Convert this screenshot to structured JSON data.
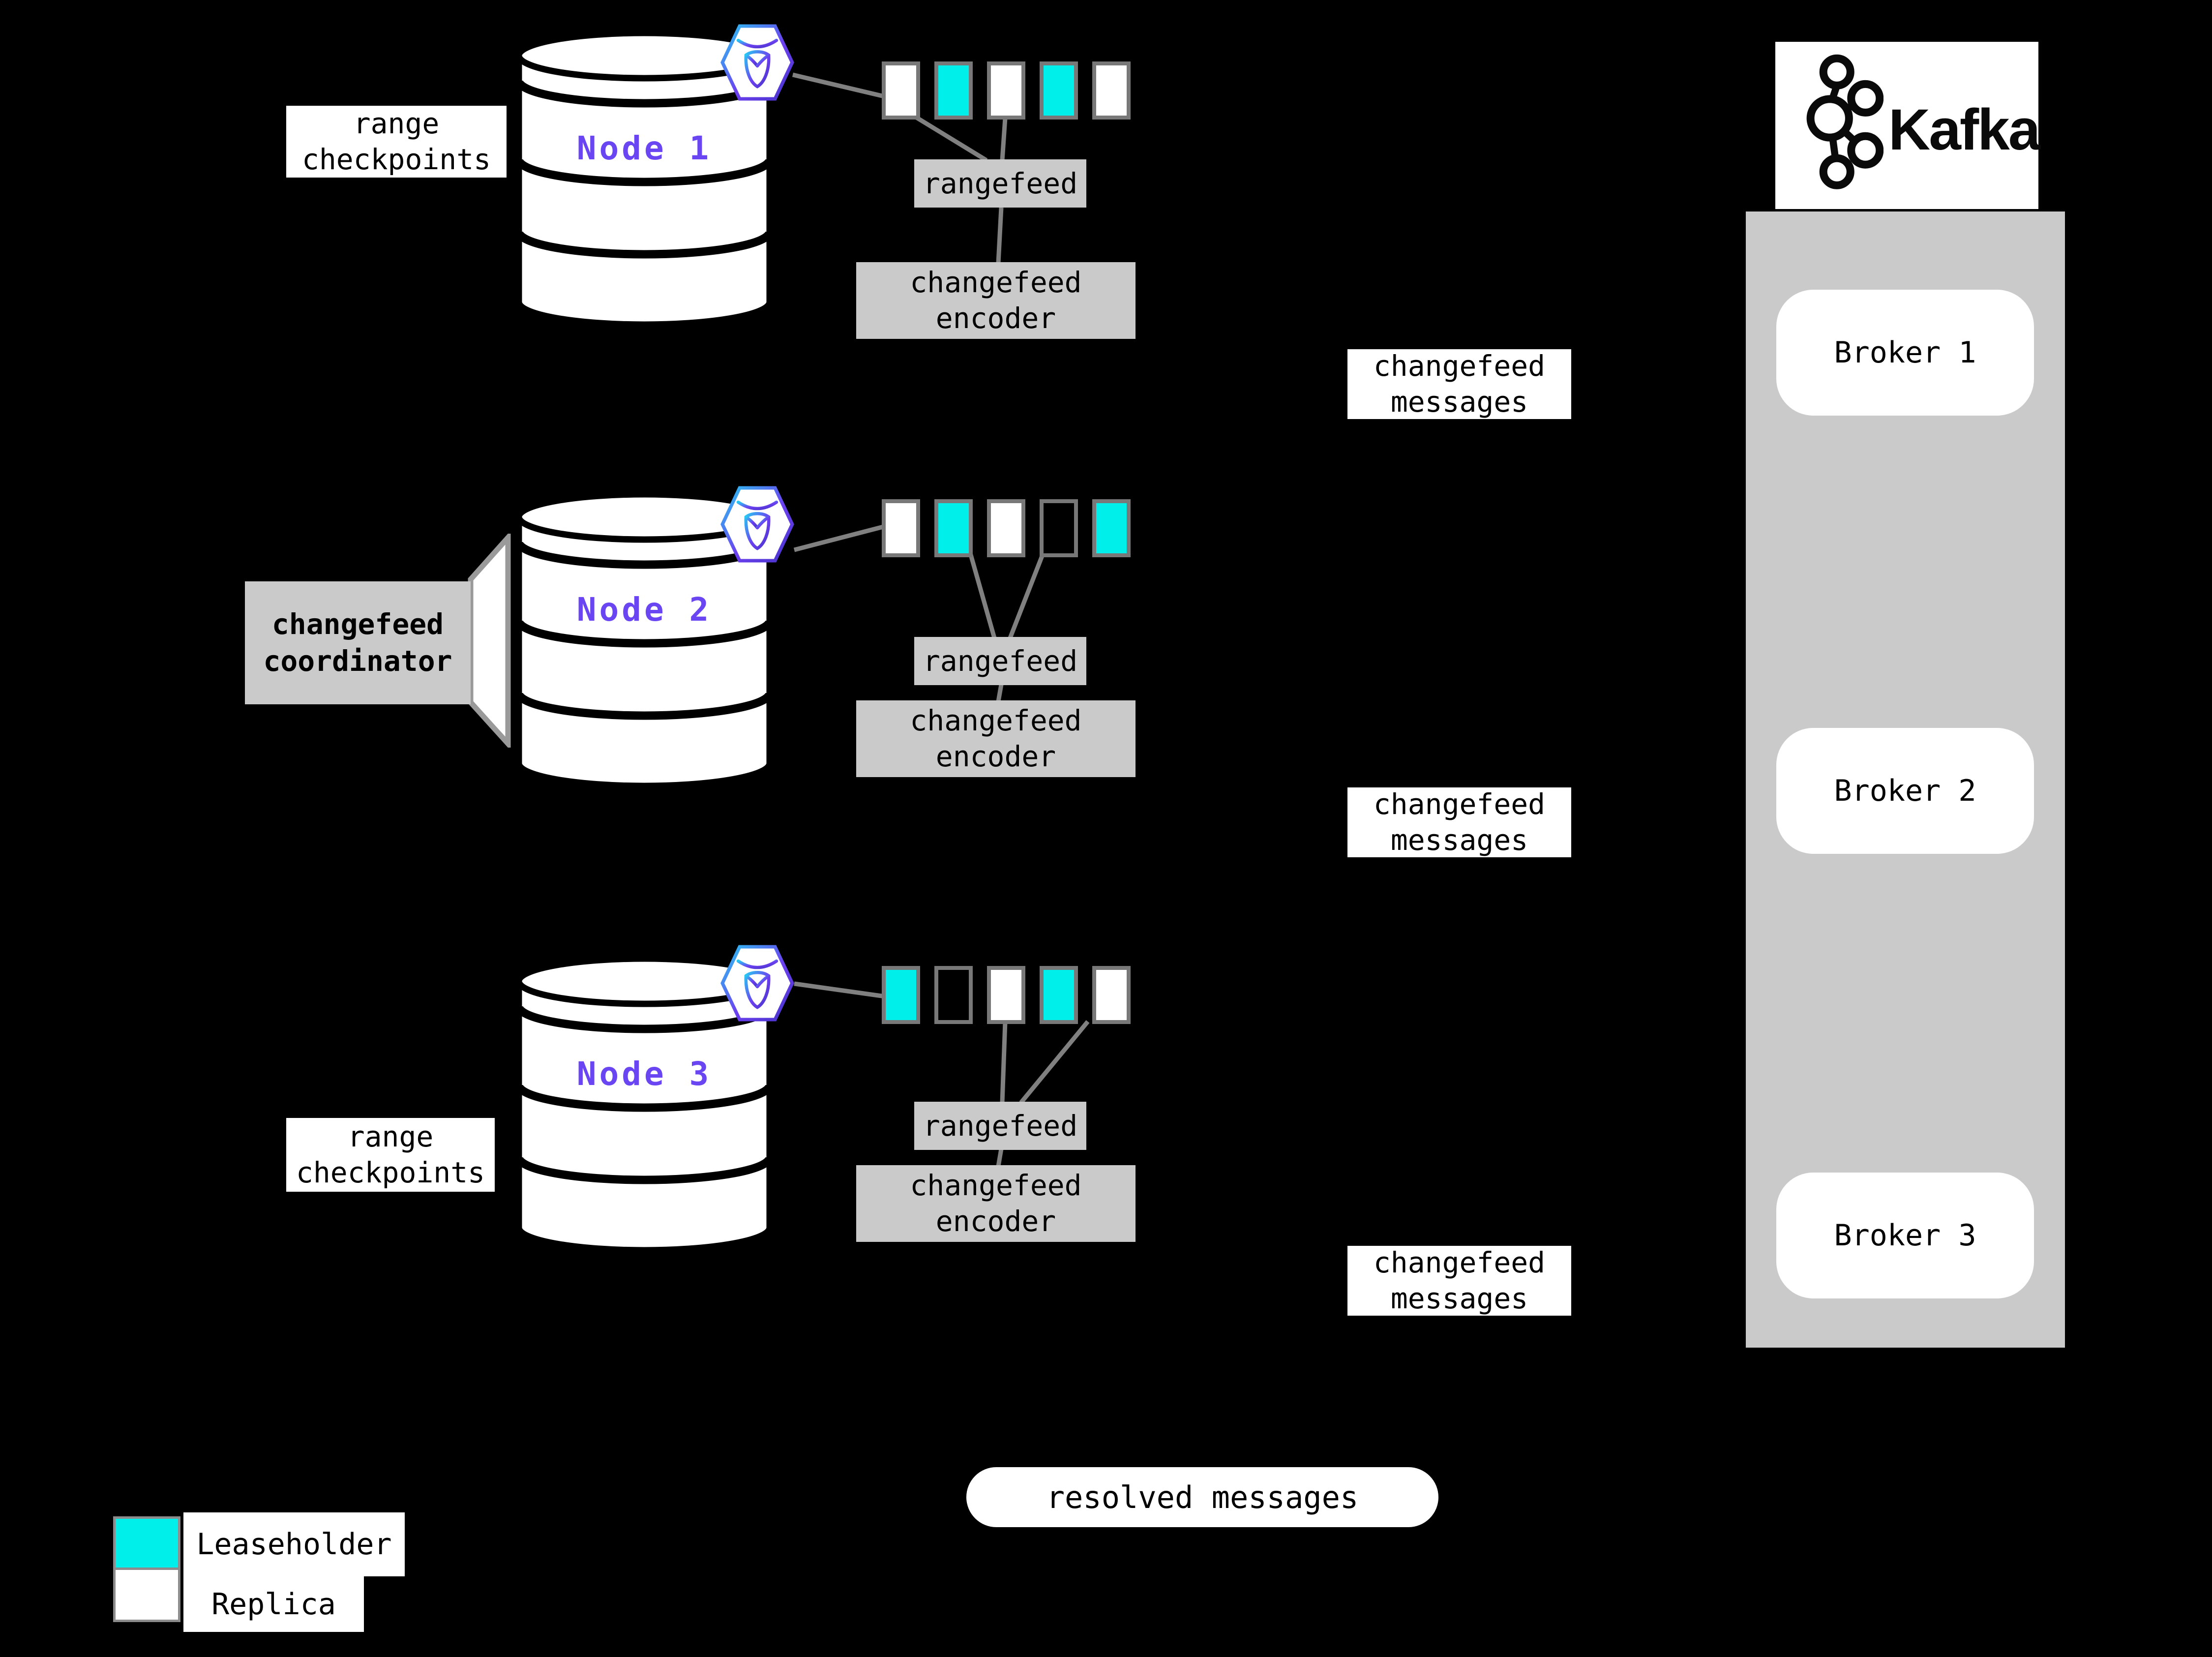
{
  "colors": {
    "background": "#000000",
    "leaseholder_cyan": "#00EFEA",
    "replica_white": "#FFFFFF",
    "panel_gray": "#CACACA",
    "connector_gray": "#808080",
    "node_label_purple": "#6A45F2"
  },
  "nodes": [
    {
      "label": "Node 1",
      "ranges": [
        "replica",
        "leaseholder",
        "replica",
        "leaseholder",
        "replica"
      ]
    },
    {
      "label": "Node 2",
      "ranges": [
        "replica",
        "leaseholder",
        "replica",
        "empty",
        "leaseholder"
      ]
    },
    {
      "label": "Node 3",
      "ranges": [
        "leaseholder",
        "empty",
        "replica",
        "leaseholder",
        "replica"
      ]
    }
  ],
  "labels": {
    "range_checkpoints": {
      "line1": "range",
      "line2": "checkpoints"
    },
    "rangefeed": "rangefeed",
    "changefeed_encoder": {
      "line1": "changefeed",
      "line2": "encoder"
    },
    "changefeed_messages": {
      "line1": "changefeed",
      "line2": "messages"
    },
    "changefeed_coordinator": {
      "line1": "changefeed",
      "line2": "coordinator"
    },
    "resolved_messages": "resolved messages"
  },
  "kafka": {
    "brand": "Kafka",
    "brokers": [
      "Broker 1",
      "Broker 2",
      "Broker 3"
    ]
  },
  "legend": [
    {
      "kind": "leaseholder",
      "label": "Leaseholder"
    },
    {
      "kind": "replica",
      "label": "Replica"
    }
  ]
}
